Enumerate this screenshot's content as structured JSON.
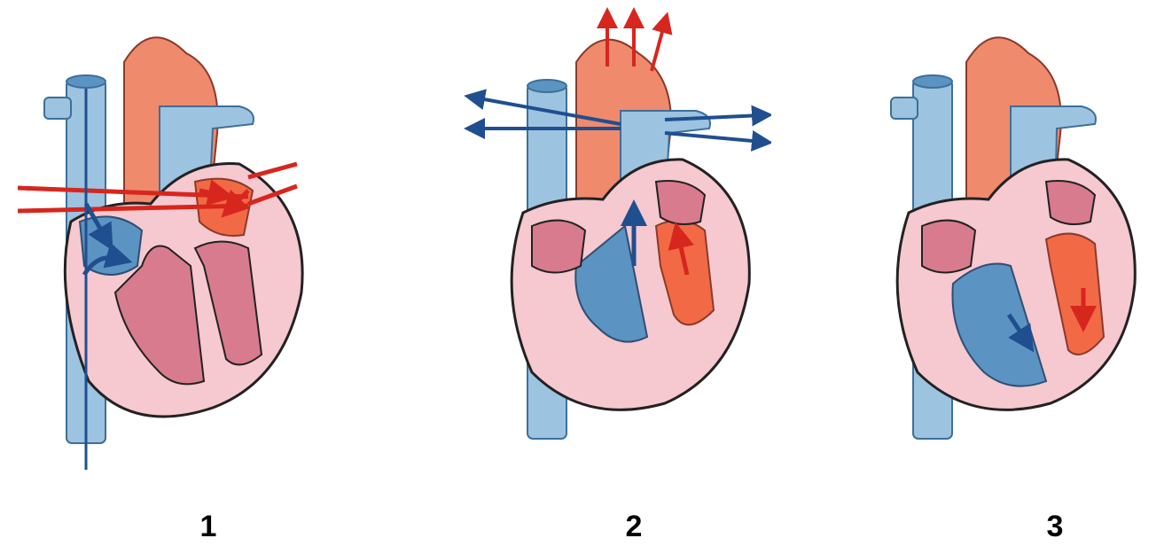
{
  "panels": [
    {
      "label": "1"
    },
    {
      "label": "2"
    },
    {
      "label": "3"
    }
  ],
  "colors": {
    "vein_blue": "#9cc3e0",
    "vein_blue_dark": "#5b93c2",
    "artery_red": "#f08a6c",
    "oxygen_red": "#f26a45",
    "heart_pink": "#f6c8cf",
    "muscle_pink": "#d97b8f",
    "arrow_blue": "#1f4f8f",
    "arrow_red": "#d7261e"
  }
}
